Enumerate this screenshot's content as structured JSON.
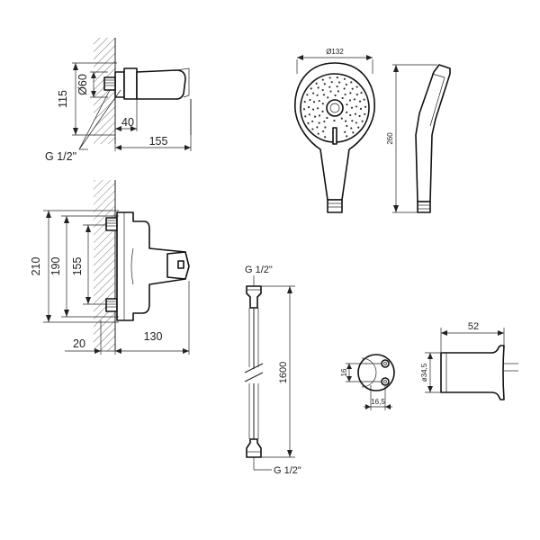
{
  "mixer_side": {
    "dims": {
      "height": "115",
      "diameter": "Ø60",
      "depth": "40",
      "length": "155",
      "thread": "G 1/2\""
    }
  },
  "mixer_front": {
    "dims": {
      "total_height": "210",
      "mid_height": "190",
      "inner_height": "155",
      "wall_offset": "20",
      "width": "130"
    }
  },
  "shower_head": {
    "dims": {
      "diameter": "Ø132",
      "length": "260"
    }
  },
  "hose": {
    "dims": {
      "thread_top": "G 1/2\"",
      "length": "1600",
      "thread_bottom": "G 1/2\""
    }
  },
  "holder": {
    "dims": {
      "hole_spacing": "16",
      "hole_offset": "16,5",
      "diameter": "ø34,5",
      "length": "52"
    }
  }
}
